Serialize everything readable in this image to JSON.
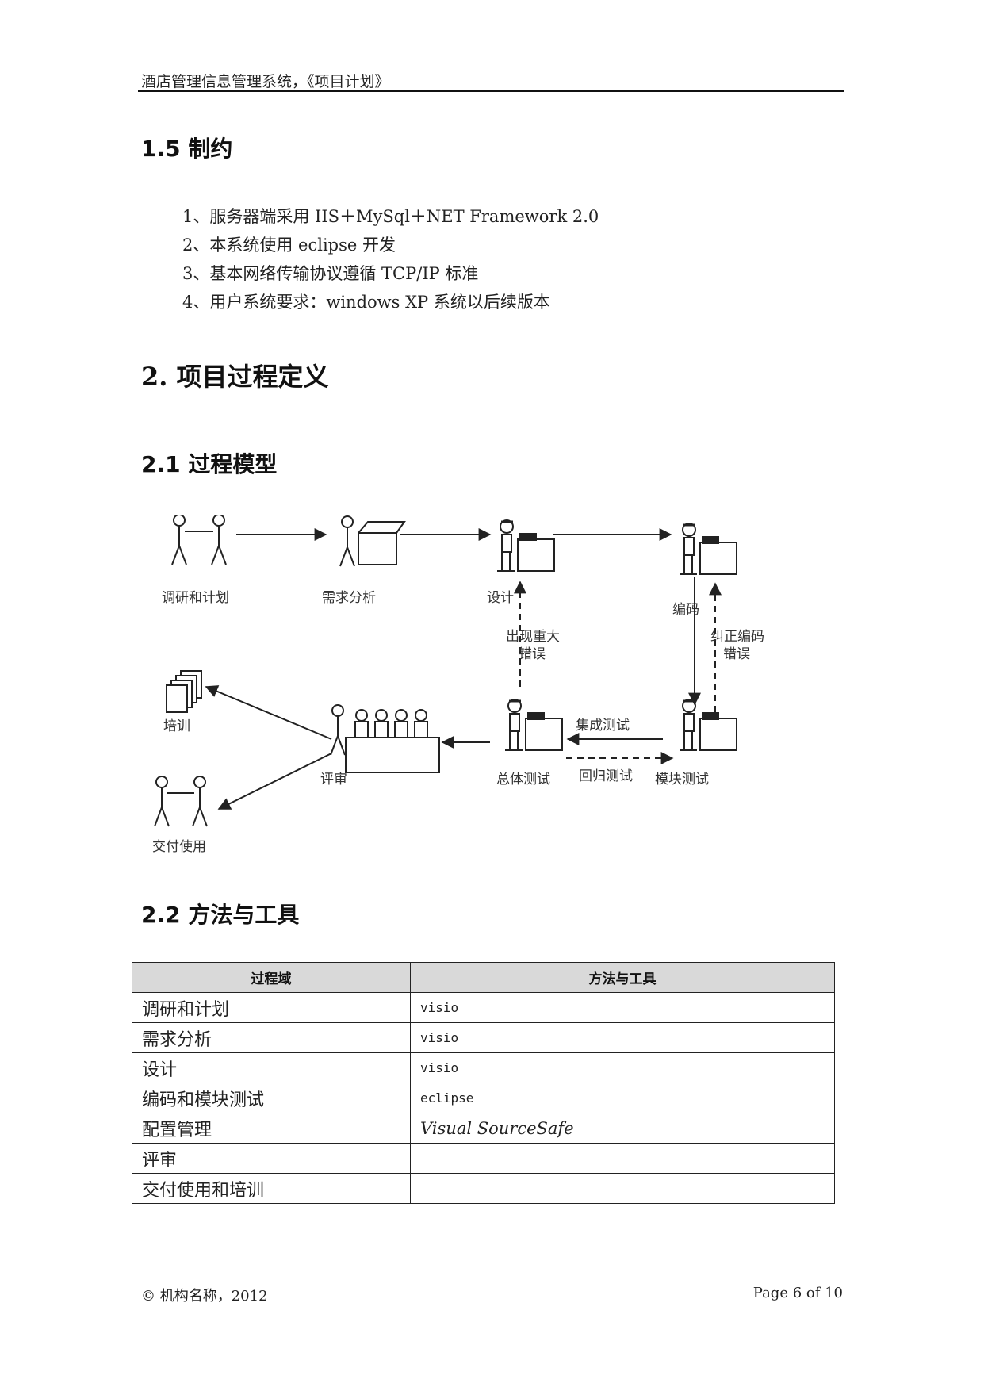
{
  "header": {
    "title": "酒店管理信息管理系统，《项目计划》"
  },
  "section_1_5": {
    "heading": "1.5 制约",
    "items": [
      "1、服务器端采用 IIS＋MySql＋NET Framework 2.0",
      "2、本系统使用 eclipse 开发",
      "3、基本网络传输协议遵循 TCP/IP 标准",
      "4、用户系统要求：windows XP 系统以后续版本"
    ]
  },
  "section_2": {
    "heading": "2. 项目过程定义"
  },
  "section_2_1": {
    "heading": "2.1 过程模型",
    "diagram": {
      "nodes": {
        "research": "调研和计划",
        "analysis": "需求分析",
        "design": "设计",
        "coding": "编码",
        "module_test": "模块测试",
        "system_test": "总体测试",
        "review": "评审",
        "training": "培训",
        "delivery": "交付使用"
      },
      "edges": {
        "major_error": [
          "出现重大",
          "错误"
        ],
        "fix_coding_error": [
          "纠正编码",
          "错误"
        ],
        "integration_test": "集成测试",
        "regression_test": "回归测试"
      }
    }
  },
  "section_2_2": {
    "heading": "2.2 方法与工具",
    "table": {
      "headers": [
        "过程域",
        "方法与工具"
      ],
      "rows": [
        [
          "调研和计划",
          "visio"
        ],
        [
          "需求分析",
          "visio"
        ],
        [
          "设计",
          "visio"
        ],
        [
          "编码和模块测试",
          "eclipse"
        ],
        [
          "配置管理",
          "Visual SourceSafe"
        ],
        [
          "评审",
          ""
        ],
        [
          "交付使用和培训",
          ""
        ]
      ]
    }
  },
  "footer": {
    "left": "© 机构名称，2012",
    "right": "Page 6 of 10"
  }
}
